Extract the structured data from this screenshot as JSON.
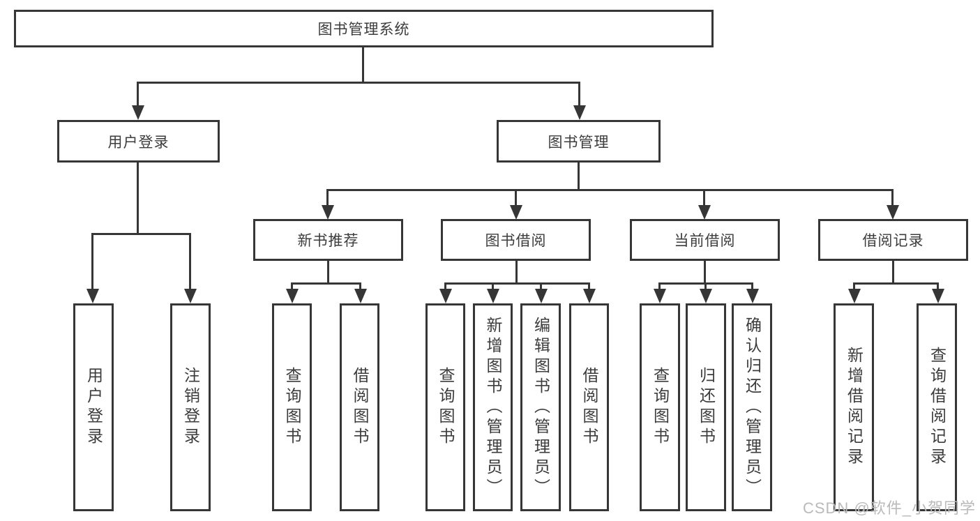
{
  "colors": {
    "line": "#363636",
    "text": "#3c3c3c",
    "watermark": "#bababa",
    "background": "#ffffff"
  },
  "watermark": {
    "text": "CSDN @软件_小贺同学"
  },
  "chart_type": "tree-diagram",
  "tree": {
    "label": "图书管理系统",
    "children": [
      {
        "label": "用户登录",
        "children": [
          {
            "label": "用户登录"
          },
          {
            "label": "注销登录"
          }
        ]
      },
      {
        "label": "图书管理",
        "children": [
          {
            "label": "新书推荐",
            "children": [
              {
                "label": "查询图书"
              },
              {
                "label": "借阅图书"
              }
            ]
          },
          {
            "label": "图书借阅",
            "children": [
              {
                "label": "查询图书"
              },
              {
                "label": "新增图书（管理员）"
              },
              {
                "label": "编辑图书（管理员）"
              },
              {
                "label": "借阅图书"
              }
            ]
          },
          {
            "label": "当前借阅",
            "children": [
              {
                "label": "查询图书"
              },
              {
                "label": "归还图书"
              },
              {
                "label": "确认归还（管理员）"
              }
            ]
          },
          {
            "label": "借阅记录",
            "children": [
              {
                "label": "新增借阅记录"
              },
              {
                "label": "查询借阅记录"
              }
            ]
          }
        ]
      }
    ]
  }
}
